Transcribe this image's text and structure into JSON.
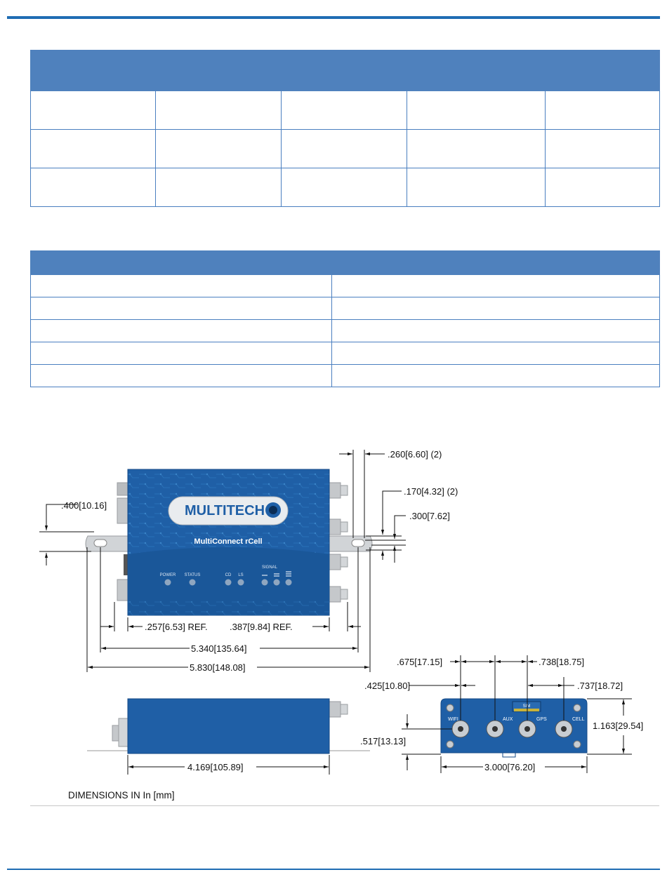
{
  "drawing": {
    "front": {
      "logo": "MULTITECH",
      "product": "MultiConnect rCell",
      "leds": [
        "POWER",
        "STATUS",
        "CD",
        "LS"
      ],
      "signal_label": "SIGNAL",
      "dims": {
        "ear_height": ".400[10.16]",
        "hole_dia": ".260[6.60] (2)",
        "slot": ".170[4.32] (2)",
        "ear_thick": ".300[7.62]",
        "ref_left": ".257[6.53] REF.",
        "ref_right": ".387[9.84] REF.",
        "hole_spacing": "5.340[135.64]",
        "overall_width": "5.830[148.08]"
      }
    },
    "side": {
      "dims": {
        "length": "4.169[105.89]"
      }
    },
    "end": {
      "port_labels": [
        "WIFI",
        "AUX",
        "GPS",
        "CELL"
      ],
      "sim_label": "SIM",
      "dims": {
        "p1": ".675[17.15]",
        "p2": ".738[18.75]",
        "p3": ".737[18.72]",
        "p0": ".425[10.80]",
        "height": "1.163[29.54]",
        "port_center": ".517[13.13]",
        "width": "3.000[76.20]"
      }
    },
    "caption": "DIMENSIONS IN In [mm]"
  }
}
